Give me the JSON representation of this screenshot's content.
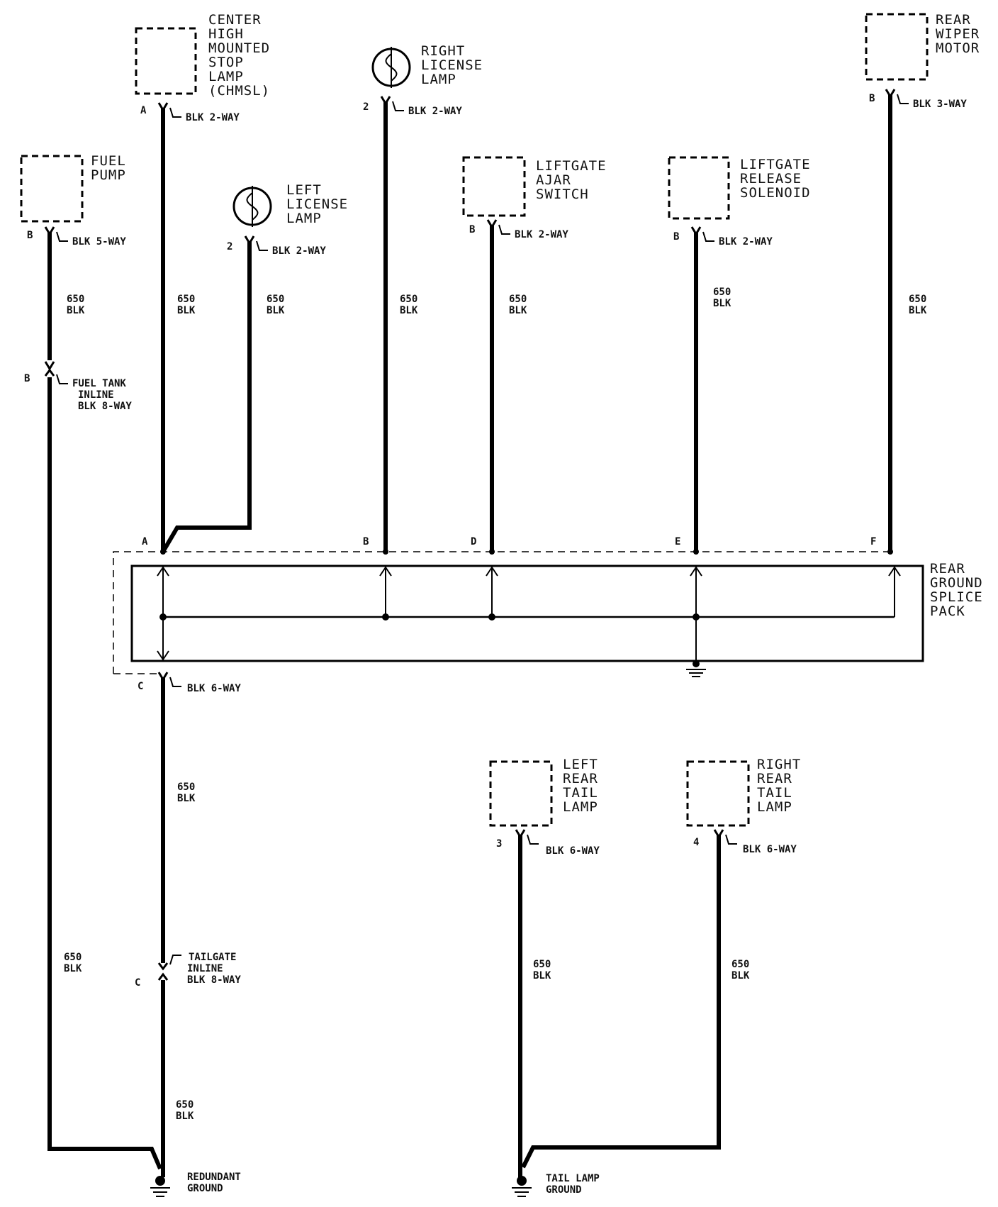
{
  "components": {
    "chmsl": {
      "lines": [
        "CENTER",
        "HIGH",
        "MOUNTED",
        "STOP",
        "LAMP",
        "(CHMSL)"
      ]
    },
    "fuel_pump": {
      "lines": [
        "FUEL",
        "PUMP"
      ]
    },
    "left_license": {
      "lines": [
        "LEFT",
        "LICENSE",
        "LAMP"
      ]
    },
    "right_license": {
      "lines": [
        "RIGHT",
        "LICENSE",
        "LAMP"
      ]
    },
    "liftgate_ajar": {
      "lines": [
        "LIFTGATE",
        "AJAR",
        "SWITCH"
      ]
    },
    "liftgate_release": {
      "lines": [
        "LIFTGATE",
        "RELEASE",
        "SOLENOID"
      ]
    },
    "rear_wiper": {
      "lines": [
        "REAR",
        "WIPER",
        "MOTOR"
      ]
    },
    "left_tail": {
      "lines": [
        "LEFT",
        "REAR",
        "TAIL",
        "LAMP"
      ]
    },
    "right_tail": {
      "lines": [
        "RIGHT",
        "REAR",
        "TAIL",
        "LAMP"
      ]
    },
    "splice_pack": {
      "lines": [
        "REAR",
        "GROUND",
        "SPLICE",
        "PACK"
      ]
    }
  },
  "connectors": {
    "chmsl": {
      "pin": "A",
      "label": "BLK 2-WAY"
    },
    "fuel_pump": {
      "pin": "B",
      "label": "BLK 5-WAY"
    },
    "left_license": {
      "pin": "2",
      "label": "BLK 2-WAY"
    },
    "right_license": {
      "pin": "2",
      "label": "BLK 2-WAY"
    },
    "liftgate_ajar": {
      "pin": "B",
      "label": "BLK 2-WAY"
    },
    "liftgate_release": {
      "pin": "B",
      "label": "BLK 2-WAY"
    },
    "rear_wiper": {
      "pin": "B",
      "label": "BLK 3-WAY"
    },
    "fuel_tank_inline": {
      "pin": "B",
      "lines": [
        "FUEL TANK",
        "INLINE",
        "BLK 8-WAY"
      ]
    },
    "splice_bottom": {
      "pin": "C",
      "label": "BLK 6-WAY"
    },
    "tailgate_inline": {
      "pin": "C",
      "lines": [
        "TAILGATE",
        "INLINE",
        "BLK 8-WAY"
      ]
    },
    "left_tail": {
      "pin": "3",
      "label": "BLK 6-WAY"
    },
    "right_tail": {
      "pin": "4",
      "label": "BLK 6-WAY"
    }
  },
  "splice_pins": {
    "a": "A",
    "b": "B",
    "d": "D",
    "e": "E",
    "f": "F"
  },
  "wire": {
    "circuit": "650",
    "color": "BLK"
  },
  "grounds": {
    "redundant": {
      "lines": [
        "REDUNDANT",
        "GROUND"
      ]
    },
    "tail_lamp": {
      "lines": [
        "TAIL LAMP",
        "GROUND"
      ]
    }
  }
}
